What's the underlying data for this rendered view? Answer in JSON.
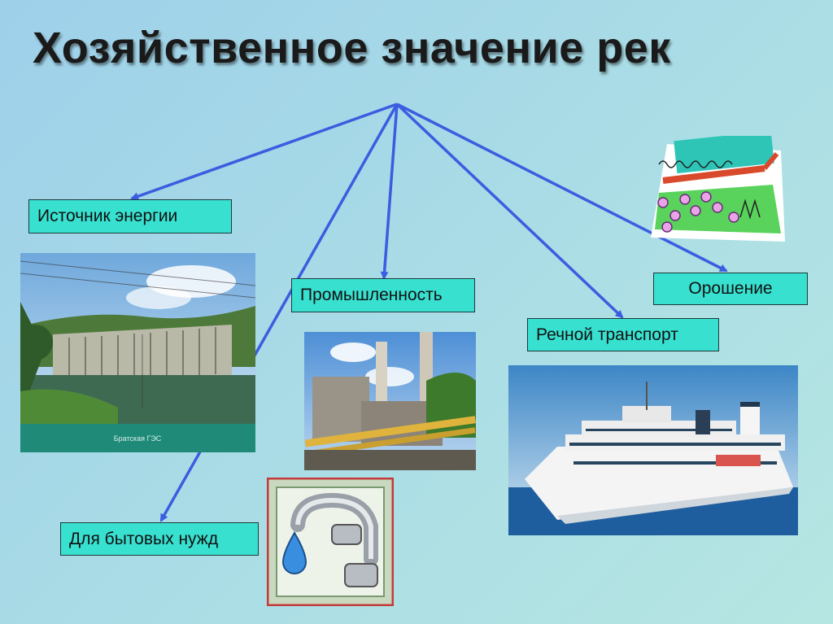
{
  "slide": {
    "title": "Хозяйственное значение рек"
  },
  "labels": {
    "energy": "Источник энергии",
    "industry": "Промышленность",
    "irrigation": "Орошение",
    "transport": "Речной транспорт",
    "household": "Для бытовых нужд"
  },
  "photos": {
    "dam_caption": "Братская ГЭС"
  },
  "colors": {
    "arrow": "#3b5de0",
    "label_fill": "#38e0d0"
  }
}
